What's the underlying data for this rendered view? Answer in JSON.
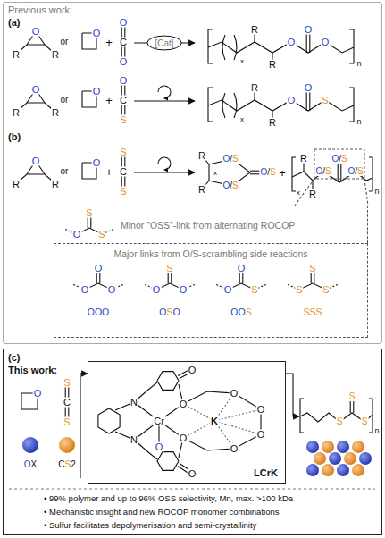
{
  "diagram": {
    "nodes": [
      {
        "text": [
          "Previous work:"
        ]
      },
      {
        "text": [
          "[Cat]"
        ],
        "in": 0
      },
      {
        "text": [
          "Minor \"OSS\"-link from alternating ROCOP"
        ],
        "in": 0
      },
      {
        "text": [
          "Major links from O/S-scrambling side reactions"
        ],
        "in": 0
      },
      {
        "text": [
          "(c)",
          "This work:"
        ]
      },
      {
        "text": [
          "LCrK"
        ],
        "in": 4
      }
    ],
    "labels": [
      "(a)",
      "R",
      "R",
      "O",
      "or",
      "O",
      "+",
      "O",
      "C",
      "O",
      "R",
      "R",
      "x",
      "O",
      "O",
      "O",
      "n",
      "R",
      "R",
      "O",
      "or",
      "O",
      "+",
      "O",
      "C",
      "S",
      "R",
      "R",
      "x",
      "O",
      "O",
      "S",
      "n",
      "(b)",
      "R",
      "R",
      "O",
      "or",
      "O",
      "+",
      "S",
      "C",
      "S",
      "R",
      "R",
      "x",
      "O/S",
      "O/S",
      "O/S",
      "+",
      "R",
      "R",
      "x",
      "O/S",
      "O/S",
      "O/S",
      "n",
      "S",
      "O",
      "S",
      "O",
      "O",
      "O",
      "OOO",
      "S",
      "O",
      "O",
      "OSO",
      "O",
      "O",
      "S",
      "OOS",
      "S",
      "S",
      "S",
      "SSS",
      "O",
      "OX",
      "S",
      "C",
      "S",
      "CS2",
      "N",
      "N",
      "Cr",
      "K",
      "O",
      "O",
      "O",
      "O",
      "O",
      "O",
      "O",
      "O",
      "O",
      "S",
      "S",
      "S",
      "n",
      "• 99% polymer and up to 96% OSS selectivity, Mn, max. >100 kDa",
      "• Mechanistic insight and new ROCOP monomer combinations",
      "• Sulfur facilitates depolymerisation and semi-crystallinity"
    ]
  }
}
